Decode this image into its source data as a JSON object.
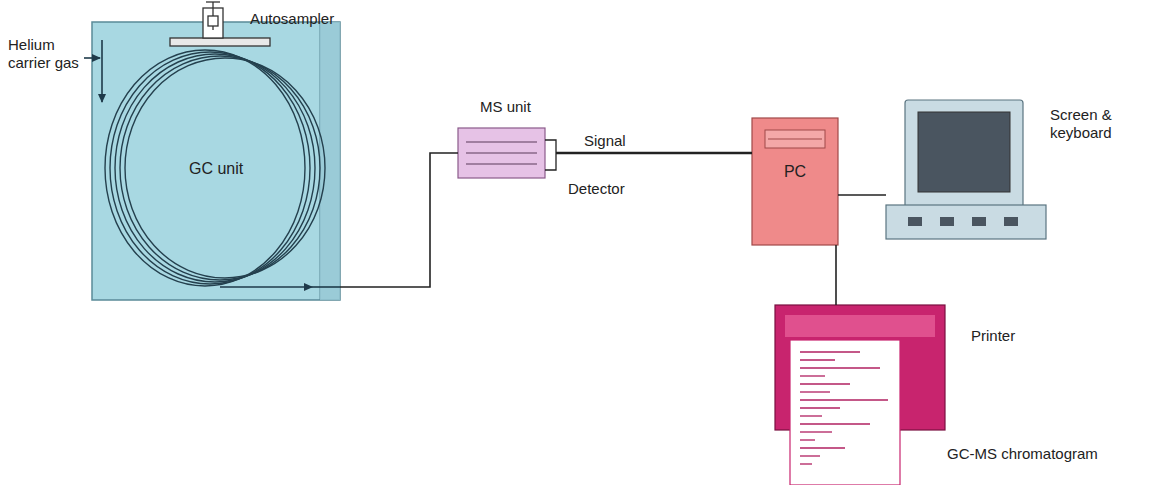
{
  "diagram": {
    "nodes": [
      {
        "text": [
          "GC unit"
        ]
      },
      {
        "text": [
          "MS unit"
        ]
      },
      {
        "text": [
          "PC"
        ]
      },
      {
        "text": [
          "Screen & keyboard"
        ]
      },
      {
        "text": [
          "Printer",
          "GC-MS chromatogram"
        ]
      }
    ],
    "edges": [
      {
        "from": 0,
        "to": 1,
        "arrow": "none"
      },
      {
        "from": 1,
        "to": 2,
        "label": "Signal",
        "arrow": "none"
      },
      {
        "from": 2,
        "to": 3,
        "arrow": "none"
      },
      {
        "from": 2,
        "to": 4,
        "arrow": "none"
      }
    ],
    "labels": [
      "Helium carrier gas",
      "Autosampler",
      "Detector"
    ]
  }
}
